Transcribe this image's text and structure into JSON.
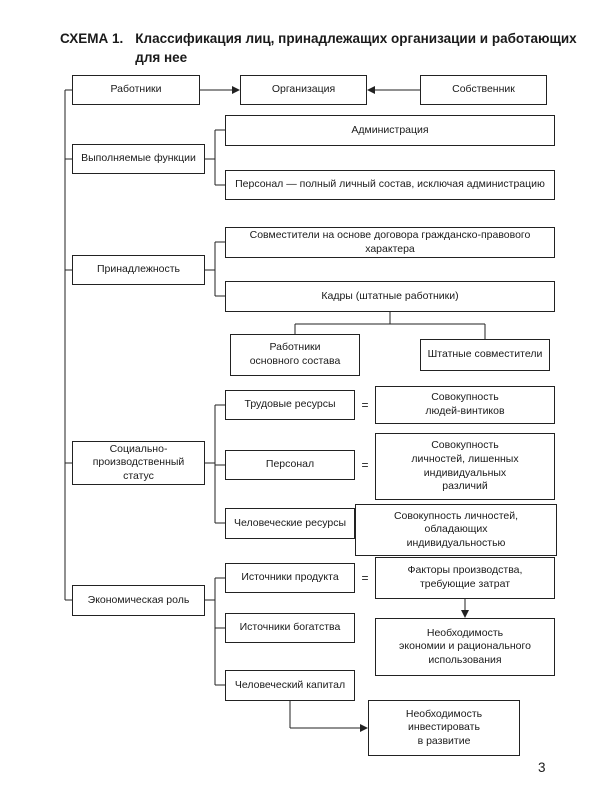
{
  "page": {
    "title_label": "СХЕМА 1.",
    "title_text": "Классификация лиц, принадлежащих организации и работающих для нее",
    "page_number": "3"
  },
  "symbols": {
    "equals": "="
  },
  "nodes": {
    "rabotniki": "Работники",
    "organizaciya": "Организация",
    "sobstvennik": "Собственник",
    "funkcii": "Выполняемые функции",
    "administraciya": "Администрация",
    "personal_full": "Персонал — полный личный состав, исключая администрацию",
    "prinadlezhnost": "Принадлежность",
    "sovmestiteli": "Совместители на основе договора гражданско-правового характера",
    "kadry": "Кадры (штатные работники)",
    "osnovnoy_sostav": "Работники\nосновного состава",
    "shtatnye_sovmestiteli": "Штатные совместители",
    "status": "Социально-\nпроизводственный статус",
    "trudovye_resursy": "Трудовые ресурсы",
    "personal": "Персонал",
    "chelovecheskie_resursy": "Человеческие ресурсы",
    "vintiki": "Совокупность\nлюдей-винтиков",
    "lichnosti_lishennye": "Совокупность\nличностей, лишенных\nиндивидуальных\nразличий",
    "lichnosti_individualnost": "Совокупность личностей,\nобладающих\nиндивидуальностью",
    "rol": "Экономическая роль",
    "istochniki_produkta": "Источники продукта",
    "istochniki_bogatstva": "Источники богатства",
    "chelovecheskiy_kapital": "Человеческий капитал",
    "faktory": "Факторы производства,\nтребующие затрат",
    "ekonomiya": "Необходимость\nэкономии и рационального\nиспользования",
    "investirovat": "Необходимость\nинвестировать\nв развитие"
  }
}
